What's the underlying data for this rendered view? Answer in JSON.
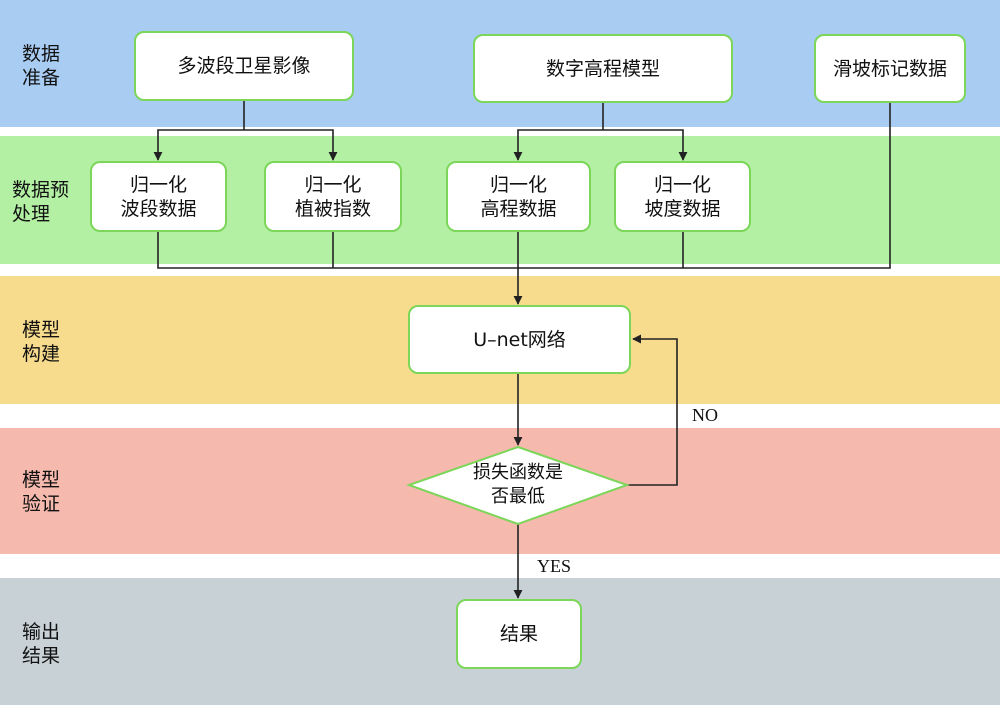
{
  "colors": {
    "band_prepare": "#a8ccf2",
    "band_preprocess": "#b3f0a4",
    "band_model": "#f7dc8d",
    "band_verify": "#f5b9ad",
    "band_output": "#c8d1d6",
    "node_border": "#7cd65a",
    "line": "#222222"
  },
  "bands": {
    "prepare": "数据\n准备",
    "preprocess": "数据预\n处理",
    "model": "模型\n构建",
    "verify": "模型\n验证",
    "output": "输出\n结果"
  },
  "nodes": {
    "multiband_image": "多波段卫星影像",
    "dem": "数字高程模型",
    "landslide_data": "滑坡标记数据",
    "norm_band": "归一化\n波段数据",
    "norm_ndvi": "归一化\n植被指数",
    "norm_elevation": "归一化\n高程数据",
    "norm_slope": "归一化\n坡度数据",
    "unet": "U–net网络",
    "loss_check": "损失函数是\n否最低",
    "result": "结果"
  },
  "edge_labels": {
    "no": "NO",
    "yes": "YES"
  }
}
